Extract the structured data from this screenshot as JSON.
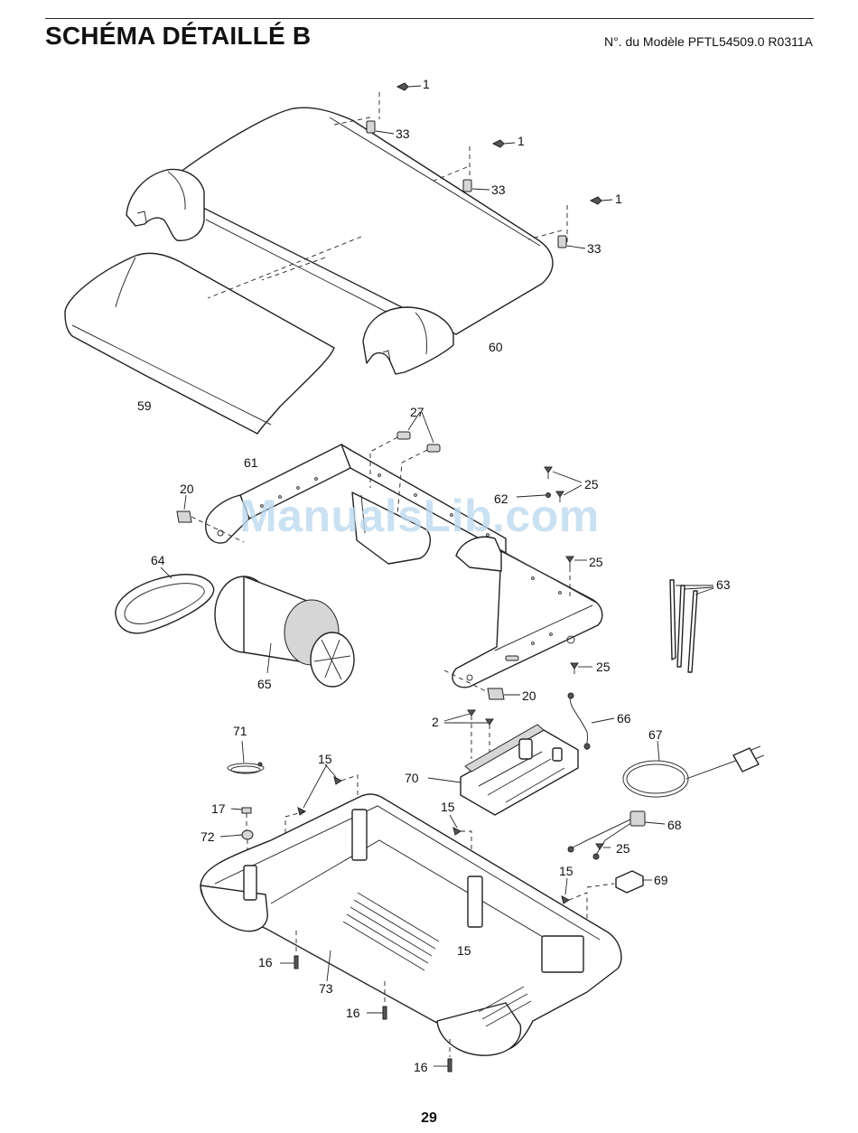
{
  "header": {
    "title": "SCHÉMA DÉTAILLÉ B",
    "model": "N°. du Modèle PFTL54509.0 R0311A"
  },
  "watermark": "ManualsLib.com",
  "page_number": "29",
  "callouts": [
    {
      "id": "c1a",
      "label": "1"
    },
    {
      "id": "c33a",
      "label": "33"
    },
    {
      "id": "c1b",
      "label": "1"
    },
    {
      "id": "c33b",
      "label": "33"
    },
    {
      "id": "c1c",
      "label": "1"
    },
    {
      "id": "c33c",
      "label": "33"
    },
    {
      "id": "c60",
      "label": "60"
    },
    {
      "id": "c59",
      "label": "59"
    },
    {
      "id": "c27",
      "label": "27"
    },
    {
      "id": "c61",
      "label": "61"
    },
    {
      "id": "c20a",
      "label": "20"
    },
    {
      "id": "c25a",
      "label": "25"
    },
    {
      "id": "c62",
      "label": "62"
    },
    {
      "id": "c25b",
      "label": "25"
    },
    {
      "id": "c64",
      "label": "64"
    },
    {
      "id": "c63",
      "label": "63"
    },
    {
      "id": "c65",
      "label": "65"
    },
    {
      "id": "c25c",
      "label": "25"
    },
    {
      "id": "c20b",
      "label": "20"
    },
    {
      "id": "c66",
      "label": "66"
    },
    {
      "id": "c2",
      "label": "2"
    },
    {
      "id": "c71",
      "label": "71"
    },
    {
      "id": "c67",
      "label": "67"
    },
    {
      "id": "c15a",
      "label": "15"
    },
    {
      "id": "c70",
      "label": "70"
    },
    {
      "id": "c17",
      "label": "17"
    },
    {
      "id": "c15b",
      "label": "15"
    },
    {
      "id": "c68",
      "label": "68"
    },
    {
      "id": "c72",
      "label": "72"
    },
    {
      "id": "c25d",
      "label": "25"
    },
    {
      "id": "c15c",
      "label": "15"
    },
    {
      "id": "c69",
      "label": "69"
    },
    {
      "id": "c16a",
      "label": "16"
    },
    {
      "id": "c15d",
      "label": "15"
    },
    {
      "id": "c73",
      "label": "73"
    },
    {
      "id": "c16b",
      "label": "16"
    },
    {
      "id": "c16c",
      "label": "16"
    }
  ]
}
